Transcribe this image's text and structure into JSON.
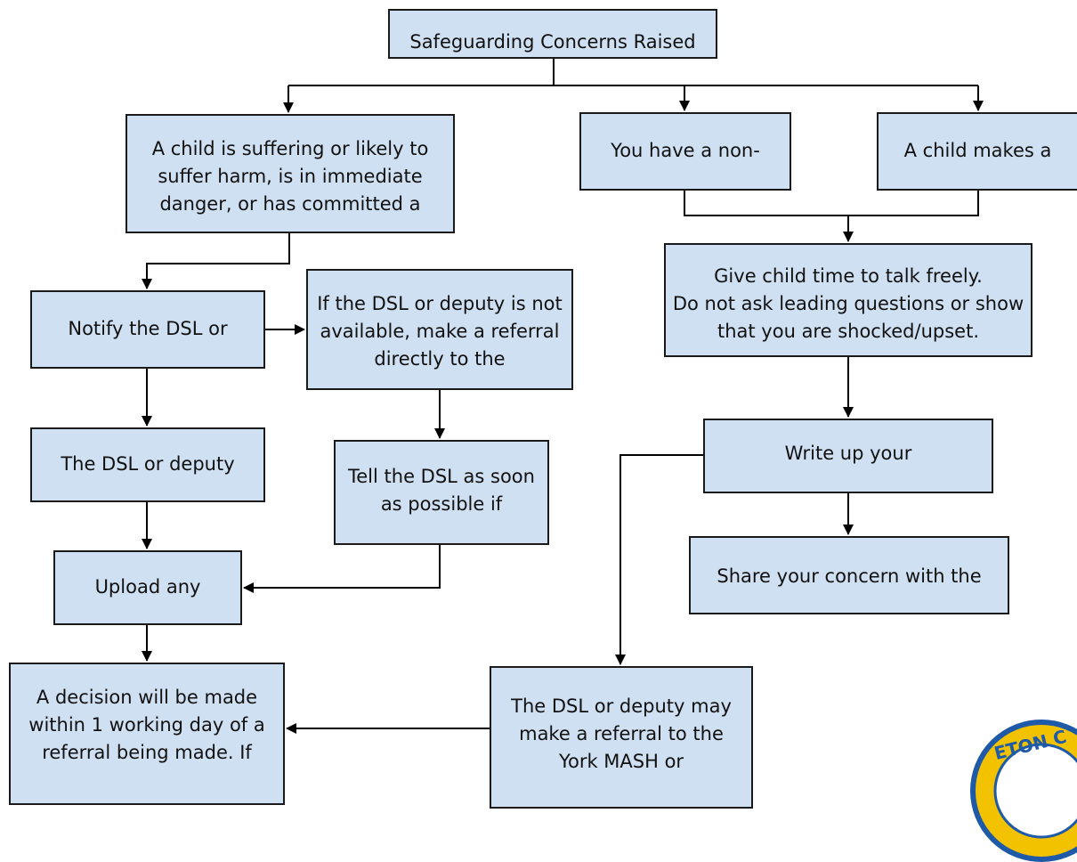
{
  "title": "Safeguarding Concerns Raised",
  "boxes": {
    "top": "Safeguarding Concerns Raised",
    "harm": "A child is suffering or likely to suffer harm, is in immediate danger, or has committed a",
    "non_recent": "You have a non-",
    "disclosure": "A child makes a",
    "notify": "Notify the DSL or",
    "unavailable": "If the DSL or deputy is not available, make a referral directly to the",
    "give_time": "Give child time to talk freely.\nDo not ask leading questions or show that you are shocked/upset.",
    "write_up": "Write up your",
    "dsl_deputy": "The DSL or deputy",
    "tell_dsl": "Tell the DSL as soon as possible if",
    "share": "Share your concern with the",
    "upload": "Upload any",
    "decision": "A decision will be made within 1 working day of a referral being made. If",
    "referral": "The DSL or deputy may make a referral to the York MASH or"
  },
  "logo": {
    "text": "ETON C",
    "ring_color": "#1e5aa8",
    "fill_color": "#f2c200"
  },
  "colors": {
    "box_fill": "#cfe0f2",
    "box_border": "#1a1a1a",
    "connector": "#000000"
  }
}
